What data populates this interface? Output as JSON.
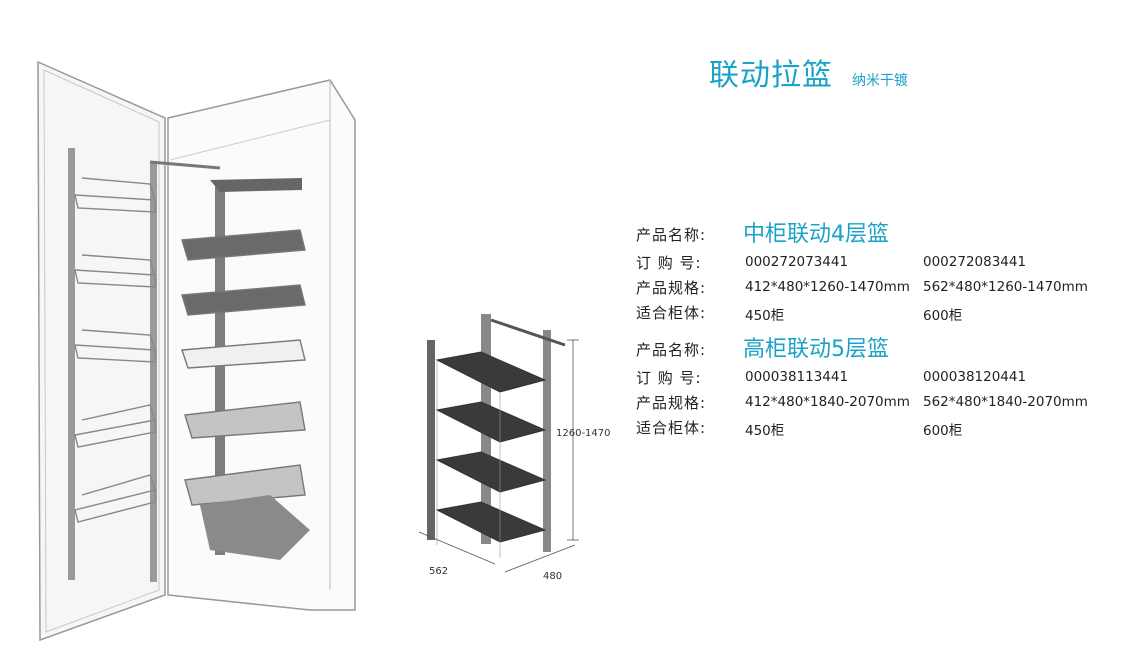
{
  "header": {
    "title": "联动拉篮",
    "subtitle": "纳米干镀"
  },
  "diagram": {
    "height_dim": "1260-1470",
    "width_dim": "562",
    "depth_dim": "480"
  },
  "specs": [
    {
      "name_label": "产品名称:",
      "name": "中柜联动4层篮",
      "rows": [
        {
          "label": "订 购 号:",
          "v1": "000272073441",
          "v2": "000272083441"
        },
        {
          "label": "产品规格:",
          "v1": "412*480*1260-1470mm",
          "v2": "562*480*1260-1470mm"
        },
        {
          "label": "适合柜体:",
          "v1": "450柜",
          "v2": "600柜"
        }
      ]
    },
    {
      "name_label": "产品名称:",
      "name": "高柜联动5层篮",
      "rows": [
        {
          "label": "订 购 号:",
          "v1": "000038113441",
          "v2": "000038120441"
        },
        {
          "label": "产品规格:",
          "v1": "412*480*1840-2070mm",
          "v2": "562*480*1840-2070mm"
        },
        {
          "label": "适合柜体:",
          "v1": "450柜",
          "v2": "600柜"
        }
      ]
    }
  ]
}
